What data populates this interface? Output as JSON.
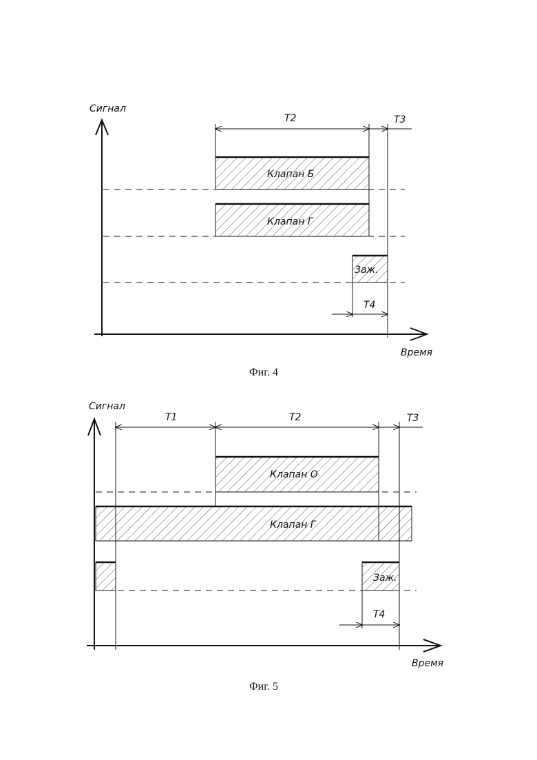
{
  "figure4": {
    "y_axis_label": "Сигнал",
    "x_axis_label": "Время",
    "caption": "Фиг. 4",
    "intervals": {
      "t2": "T2",
      "t3": "T3",
      "t4": "T4"
    },
    "bars": {
      "valve_b": "Клапан Б",
      "valve_g": "Клапан Г",
      "ignition": "Заж."
    }
  },
  "figure5": {
    "y_axis_label": "Сигнал",
    "x_axis_label": "Время",
    "caption": "Фиг. 5",
    "intervals": {
      "t1": "T1",
      "t2": "T2",
      "t3": "T3",
      "t4": "T4"
    },
    "bars": {
      "valve_o": "Клапан О",
      "valve_g": "Клапан Г",
      "ignition": "Заж."
    }
  }
}
